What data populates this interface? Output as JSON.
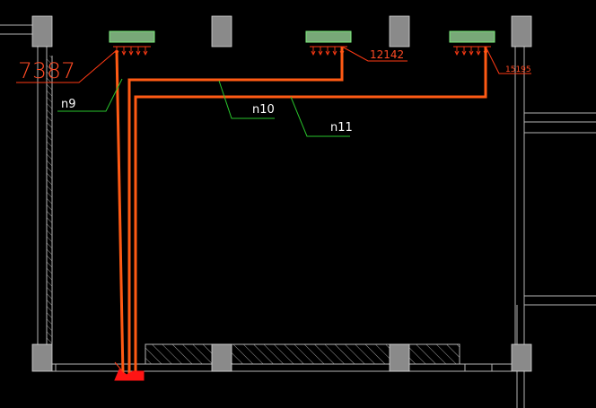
{
  "drawing": {
    "background": "#000000",
    "colors": {
      "wall": "#b4b4b4",
      "column": "#8a8a8a",
      "column_edge": "#d8d8d8",
      "pipe": "#ff5a14",
      "leader_red": "#ff3a14",
      "leader_green": "#29c42b",
      "fixture": "#78a878",
      "fixture_edge": "#7df07d",
      "riser_fill": "#ff1414",
      "hatch": "#c8c8c8",
      "text_white": "#ffffff",
      "text_red": "#ff4a24"
    },
    "circuit_labels": [
      {
        "id": "n9",
        "text": "n9"
      },
      {
        "id": "n10",
        "text": "n10"
      },
      {
        "id": "n11",
        "text": "n11"
      }
    ],
    "load_labels": [
      {
        "id": "load-1",
        "text": "7387"
      },
      {
        "id": "load-2",
        "text": "12142"
      },
      {
        "id": "load-3",
        "text": "15195"
      }
    ]
  }
}
